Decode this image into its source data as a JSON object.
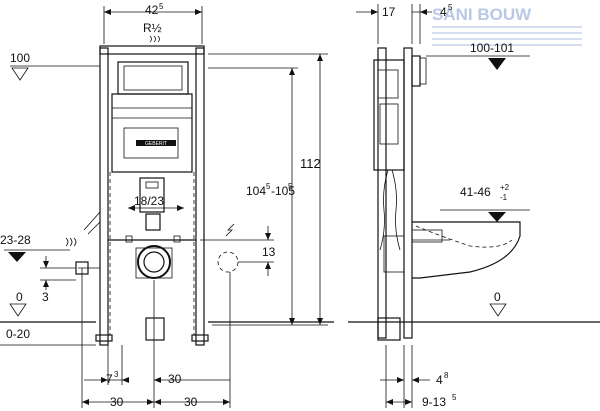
{
  "brand": {
    "name": "SANI BOUW",
    "color": "#b9c8e6"
  },
  "front_view": {
    "width_top": "42",
    "width_top_sup": "5",
    "connection": "R½",
    "level_left": "100",
    "height_total": "112",
    "height_range": "104",
    "height_range_sup1": "5",
    "height_range_sep": "-105",
    "height_range_sup2": "5",
    "pipe_dim": "18/23",
    "offset_13": "13",
    "level_water": "23-28",
    "offset_3": "3",
    "floor_level": "0",
    "floor_range": "0-20",
    "spacing_7": "7",
    "spacing_7_sup": "3",
    "spacing_30a": "30",
    "spacing_30b": "30",
    "spacing_30c": "30",
    "logo_text": "GEBERIT"
  },
  "side_view": {
    "depth_17": "17",
    "depth_4": "4",
    "depth_4_sup": "5",
    "level_right": "100-101",
    "bowl_height": "41-46",
    "bowl_tol_plus": "+2",
    "bowl_tol_minus": "-1",
    "floor_level": "0",
    "offset_4": "4",
    "offset_4_sup": "8",
    "offset_range": "9-13",
    "offset_range_sup": "5"
  }
}
